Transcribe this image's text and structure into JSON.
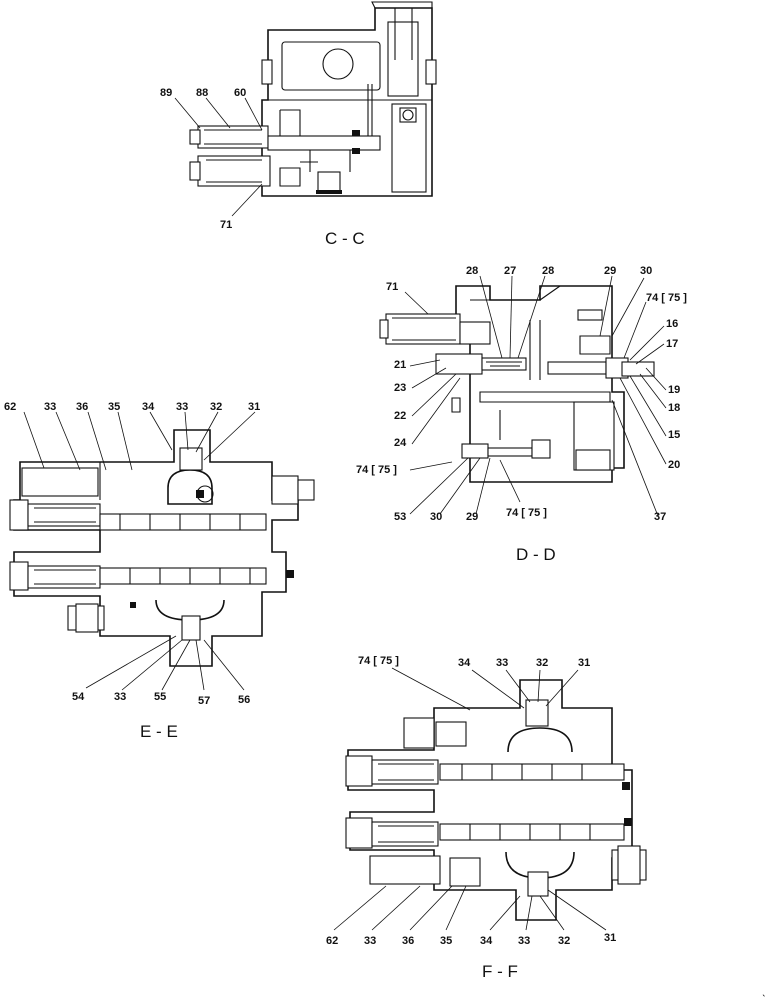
{
  "sections": {
    "cc": {
      "title": "C - C",
      "labels": [
        "89",
        "88",
        "60",
        "71"
      ]
    },
    "dd": {
      "title": "D - D",
      "labels": [
        "71",
        "28",
        "27",
        "28",
        "29",
        "30",
        "74 [ 75 ]",
        "16",
        "17",
        "19",
        "18",
        "15",
        "20",
        "21",
        "23",
        "22",
        "24",
        "74 [ 75 ]",
        "53",
        "30",
        "29",
        "74 [ 75 ]",
        "37"
      ]
    },
    "ee": {
      "title": "E - E",
      "labels": [
        "62",
        "33",
        "36",
        "35",
        "34",
        "33",
        "32",
        "31",
        "54",
        "33",
        "55",
        "57",
        "56"
      ]
    },
    "ff": {
      "title": "F - F",
      "labels": [
        "74 [ 75 ]",
        "34",
        "33",
        "32",
        "31",
        "62",
        "33",
        "36",
        "35",
        "34",
        "33",
        "32",
        "31"
      ]
    }
  },
  "corner_mark": "ˎ"
}
